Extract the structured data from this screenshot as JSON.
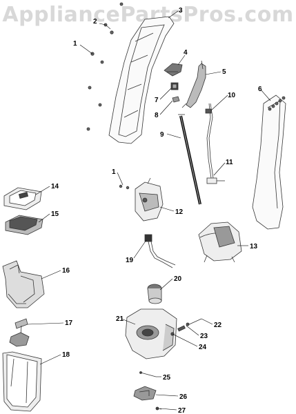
{
  "watermark": "AppliancePartsPros.com",
  "labels": {
    "l1a": "1",
    "l2": "2",
    "l3": "3",
    "l4": "4",
    "l5": "5",
    "l6": "6",
    "l7": "7",
    "l8": "8",
    "l9": "9",
    "l10": "10",
    "l11": "11",
    "l1b": "1",
    "l12": "12",
    "l13": "13",
    "l14": "14",
    "l15": "15",
    "l16": "16",
    "l17": "17",
    "l18": "18",
    "l19": "19",
    "l20": "20",
    "l21": "21",
    "l22": "22",
    "l23": "23",
    "l24": "24",
    "l25": "25",
    "l26": "26",
    "l27": "27"
  }
}
